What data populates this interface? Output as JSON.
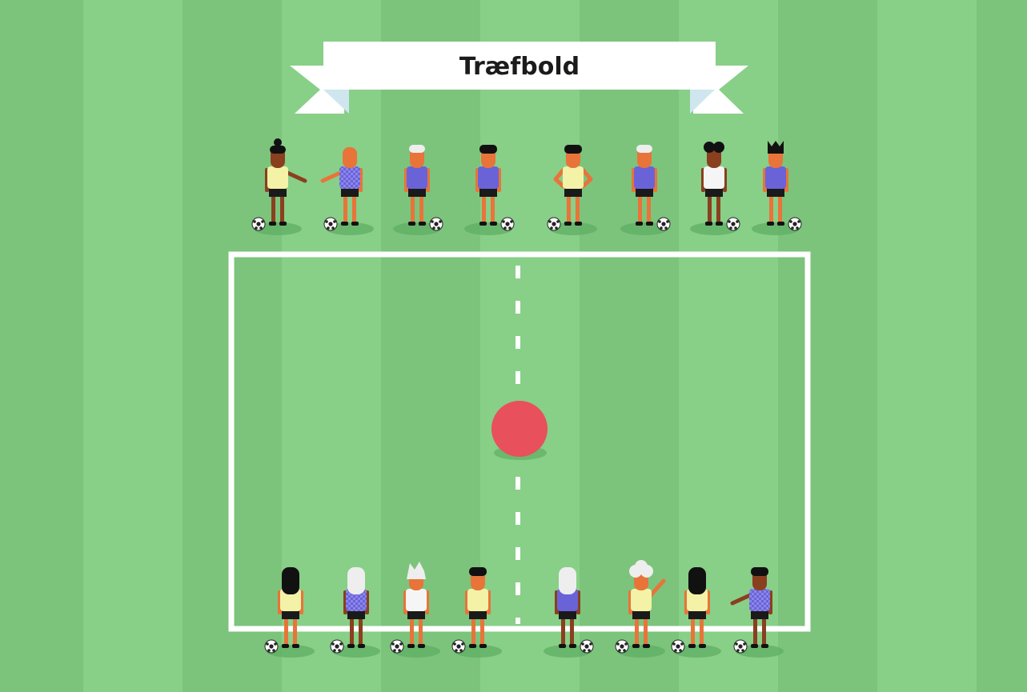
{
  "title": "Træfbold",
  "colors": {
    "grass_light": "#88cf88",
    "grass_dark": "#7cc47c",
    "line": "#ffffff",
    "ball": "#e8505b",
    "banner": "#ffffff",
    "banner_fold": "#cfe6ee",
    "shirt_blue": "#6a63d8",
    "shirt_yellow": "#f3f2a6",
    "shorts": "#1a1a1a",
    "skin_orange": "#e8743a",
    "skin_brown": "#8a3f1f"
  },
  "top_team": [
    {
      "shirt": "yellow",
      "hair": "bun",
      "skin": "brown",
      "ball": "left",
      "pose": "reach-right"
    },
    {
      "shirt": "blue-check",
      "hair": "none",
      "skin": "orange",
      "ball": "left",
      "pose": "reach-left"
    },
    {
      "shirt": "blue",
      "hair": "white",
      "skin": "orange",
      "ball": "right",
      "pose": "stand"
    },
    {
      "shirt": "blue",
      "hair": "black",
      "skin": "orange",
      "ball": "right",
      "pose": "stand"
    },
    {
      "shirt": "yellow",
      "hair": "black",
      "skin": "orange",
      "ball": "left",
      "pose": "hands-hips"
    },
    {
      "shirt": "blue",
      "hair": "white",
      "skin": "orange",
      "ball": "right",
      "pose": "stand"
    },
    {
      "shirt": "white",
      "hair": "curly",
      "skin": "brown",
      "ball": "right",
      "pose": "stand"
    },
    {
      "shirt": "blue",
      "hair": "crown",
      "skin": "orange",
      "ball": "right",
      "pose": "stand"
    }
  ],
  "bottom_team": [
    {
      "shirt": "yellow",
      "hair": "long",
      "skin": "orange",
      "ball": "left",
      "pose": "stand"
    },
    {
      "shirt": "blue-check",
      "hair": "white-long",
      "skin": "brown",
      "ball": "left",
      "pose": "stand"
    },
    {
      "shirt": "white",
      "hair": "white-spiky",
      "skin": "orange",
      "ball": "left",
      "pose": "stand"
    },
    {
      "shirt": "yellow",
      "hair": "black",
      "skin": "orange",
      "ball": "left",
      "pose": "stand"
    },
    {
      "shirt": "blue",
      "hair": "white-long",
      "skin": "brown",
      "ball": "right",
      "pose": "stand"
    },
    {
      "shirt": "yellow",
      "hair": "white-curly",
      "skin": "orange",
      "ball": "left",
      "pose": "wave"
    },
    {
      "shirt": "yellow",
      "hair": "long",
      "skin": "orange",
      "ball": "left",
      "pose": "stand"
    },
    {
      "shirt": "blue-check",
      "hair": "black",
      "skin": "brown",
      "ball": "left",
      "pose": "reach-left"
    }
  ]
}
